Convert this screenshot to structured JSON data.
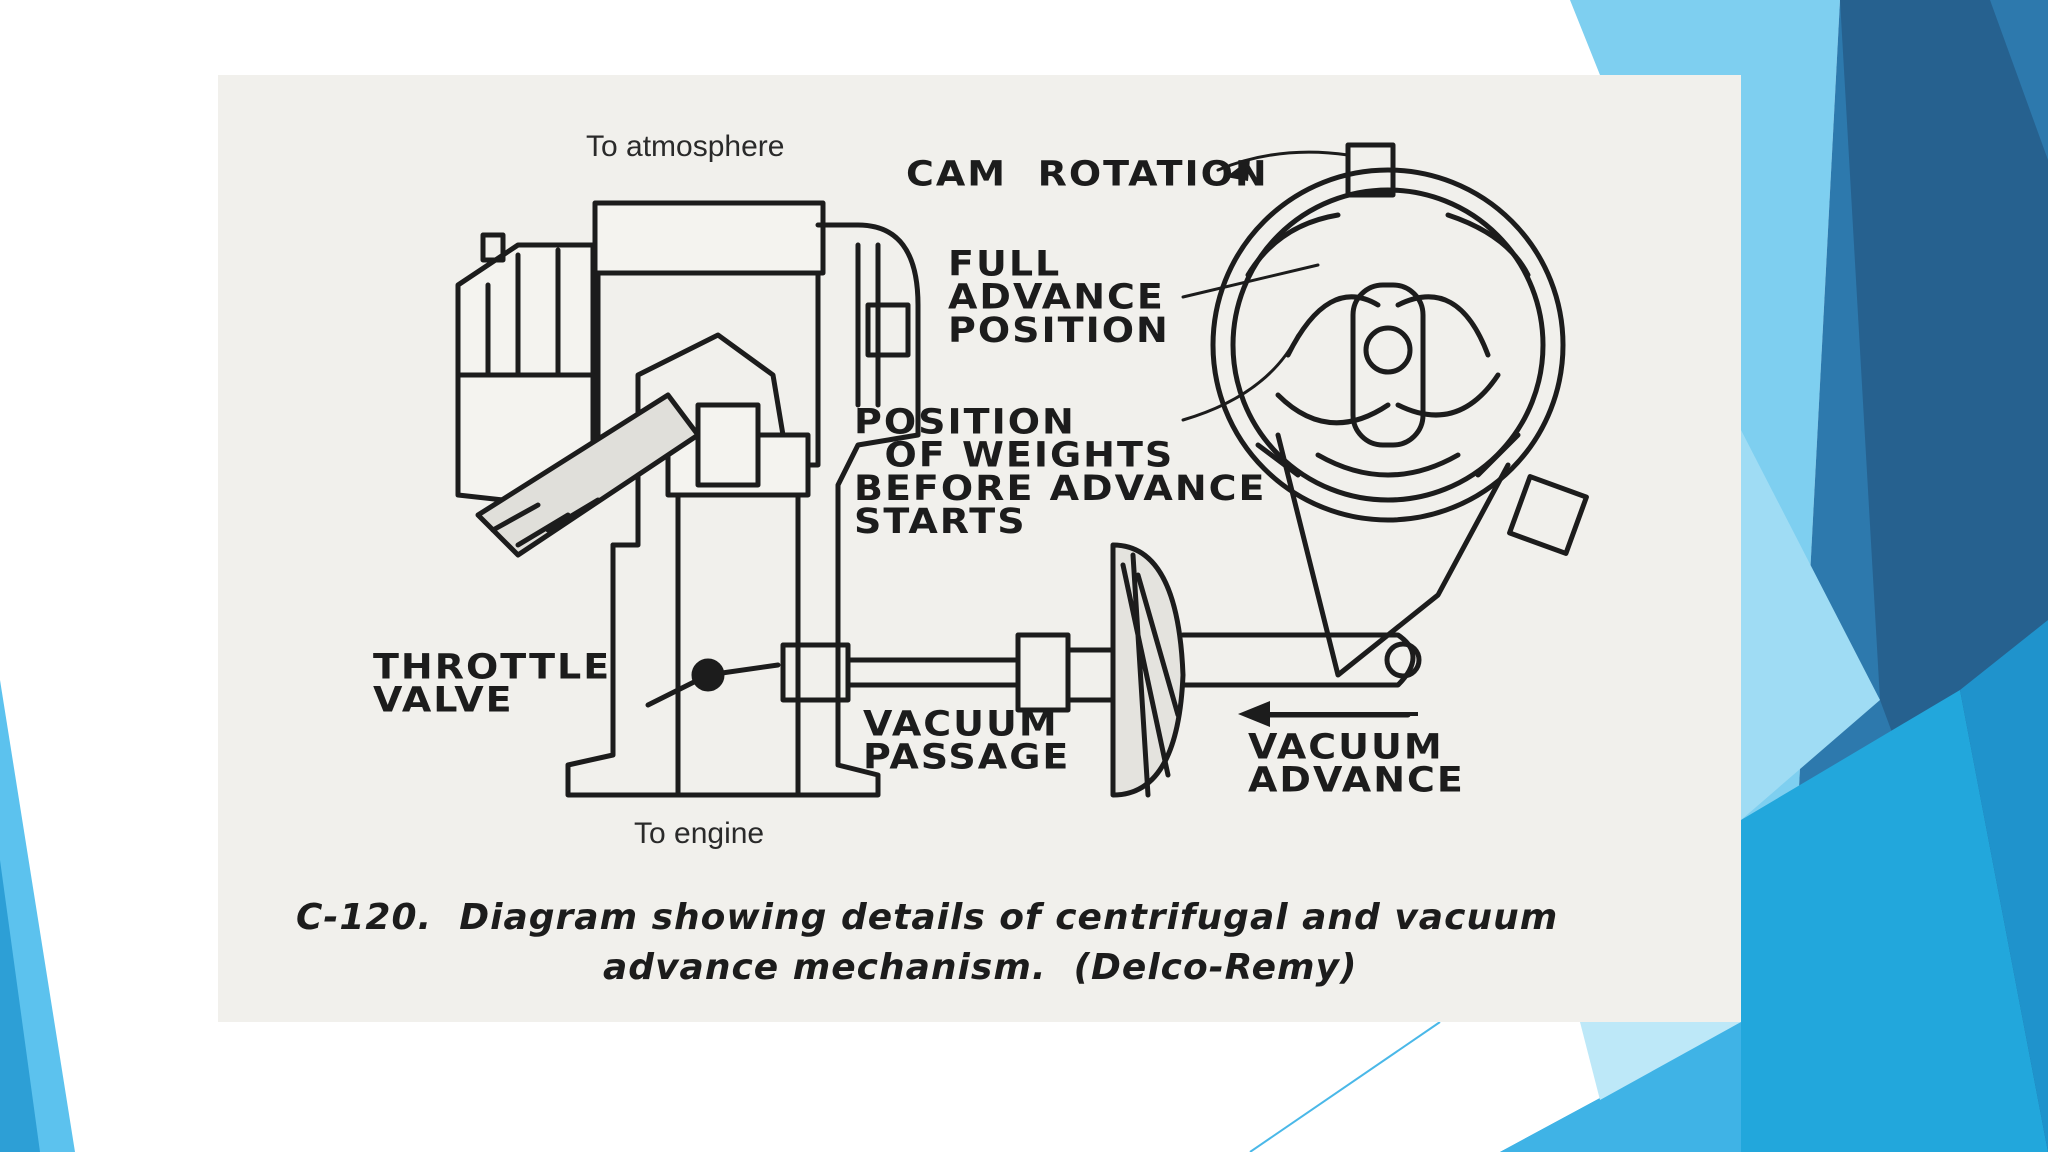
{
  "slide": {
    "theme_colors": {
      "light_blue": "#7ecff0",
      "mid_blue": "#3fb3e6",
      "sky_blue": "#22a7dc",
      "steel_blue": "#2d79ad",
      "navy_blue": "#26618f",
      "figure_background": "#f1f0ec",
      "ink": "#1c1c1c"
    }
  },
  "diagram": {
    "labels": {
      "to_atmosphere": "To atmosphere",
      "cam_rotation": "CAM  ROTATION",
      "full_advance_position": "FULL\nADVANCE\nPOSITION",
      "position_of_weights": "POSITION\n  OF WEIGHTS\nBEFORE ADVANCE\nSTARTS",
      "throttle_valve": "THROTTLE\nVALVE",
      "vacuum_passage": "VACUUM\nPASSAGE",
      "vacuum_advance": "VACUUM\nADVANCE",
      "to_engine": "To engine"
    },
    "caption": {
      "line1": "C-120.  Diagram showing details of centrifugal and vacuum",
      "line2": "advance mechanism.  (Delco-Remy)"
    },
    "icons": [
      "carburetor-drawing",
      "distributor-drawing",
      "vacuum-unit-drawing",
      "cam-rotation-arrow-icon",
      "vacuum-advance-arrow-icon"
    ]
  }
}
